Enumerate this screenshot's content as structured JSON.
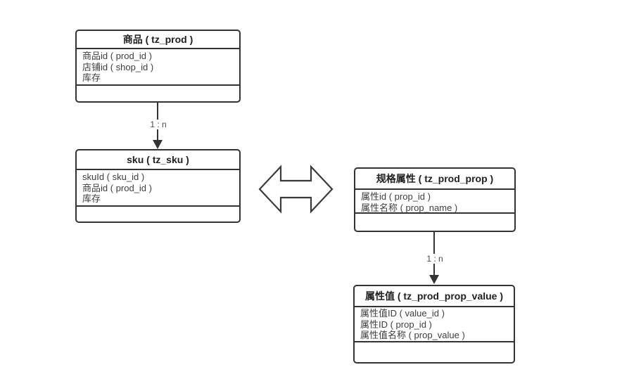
{
  "diagram": {
    "background_color": "#ffffff",
    "stroke_color": "#333333",
    "title_text_color": "#1f1f1f",
    "field_text_color": "#3d3d3d",
    "entities": [
      {
        "title": "商品 ( tz_prod )",
        "fields": [
          "商品id ( prod_id )",
          "店铺id ( shop_id )",
          "库存"
        ]
      },
      {
        "title": "sku ( tz_sku )",
        "fields": [
          "skuId ( sku_id )",
          "商品id ( prod_id )",
          "库存"
        ]
      },
      {
        "title": "规格属性 ( tz_prod_prop )",
        "fields": [
          "属性id ( prop_id )",
          "属性名称 ( prop_name )"
        ]
      },
      {
        "title": "属性值 ( tz_prod_prop_value )",
        "fields": [
          "属性值ID ( value_id )",
          "属性ID ( prop_id )",
          "属性值名称 ( prop_value )"
        ]
      }
    ],
    "relations": [
      {
        "label": "1 : n",
        "from": "商品 ( tz_prod )",
        "to": "sku ( tz_sku )"
      },
      {
        "label": "1 : n",
        "from": "规格属性 ( tz_prod_prop )",
        "to": "属性值 ( tz_prod_prop_value )"
      }
    ]
  }
}
